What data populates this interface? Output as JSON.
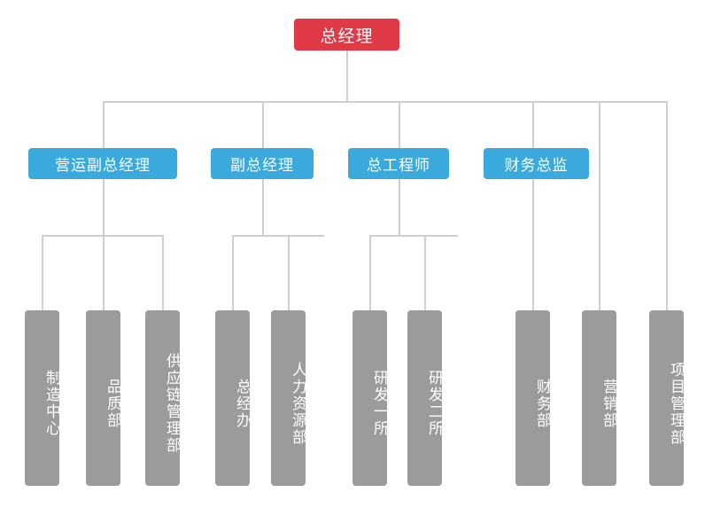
{
  "chart": {
    "type": "org-chart",
    "title": "",
    "colors": {
      "root": "#df3a45",
      "level2": "#3aaadc",
      "level3": "#9b9b9b",
      "connector": "#cfcfcf",
      "label": "#ffffff",
      "background": "#ffffff"
    },
    "root": {
      "label": "总经理"
    },
    "level2": [
      {
        "label": "营运副总经理"
      },
      {
        "label": "副总经理"
      },
      {
        "label": "总工程师"
      },
      {
        "label": "财务总监"
      }
    ],
    "level3": [
      {
        "label": "制造中心",
        "parent": "营运副总经理"
      },
      {
        "label": "品质部",
        "parent": "营运副总经理"
      },
      {
        "label": "供应链管理部",
        "parent": "营运副总经理"
      },
      {
        "label": "总经办",
        "parent": "副总经理"
      },
      {
        "label": "人力资源部",
        "parent": "副总经理"
      },
      {
        "label": "研发一所",
        "parent": "总工程师"
      },
      {
        "label": "研发二所",
        "parent": "总工程师"
      },
      {
        "label": "财务部",
        "parent": "财务总监"
      },
      {
        "label": "营销部",
        "parent": "总经理"
      },
      {
        "label": "项目管理部",
        "parent": "总经理"
      }
    ]
  }
}
